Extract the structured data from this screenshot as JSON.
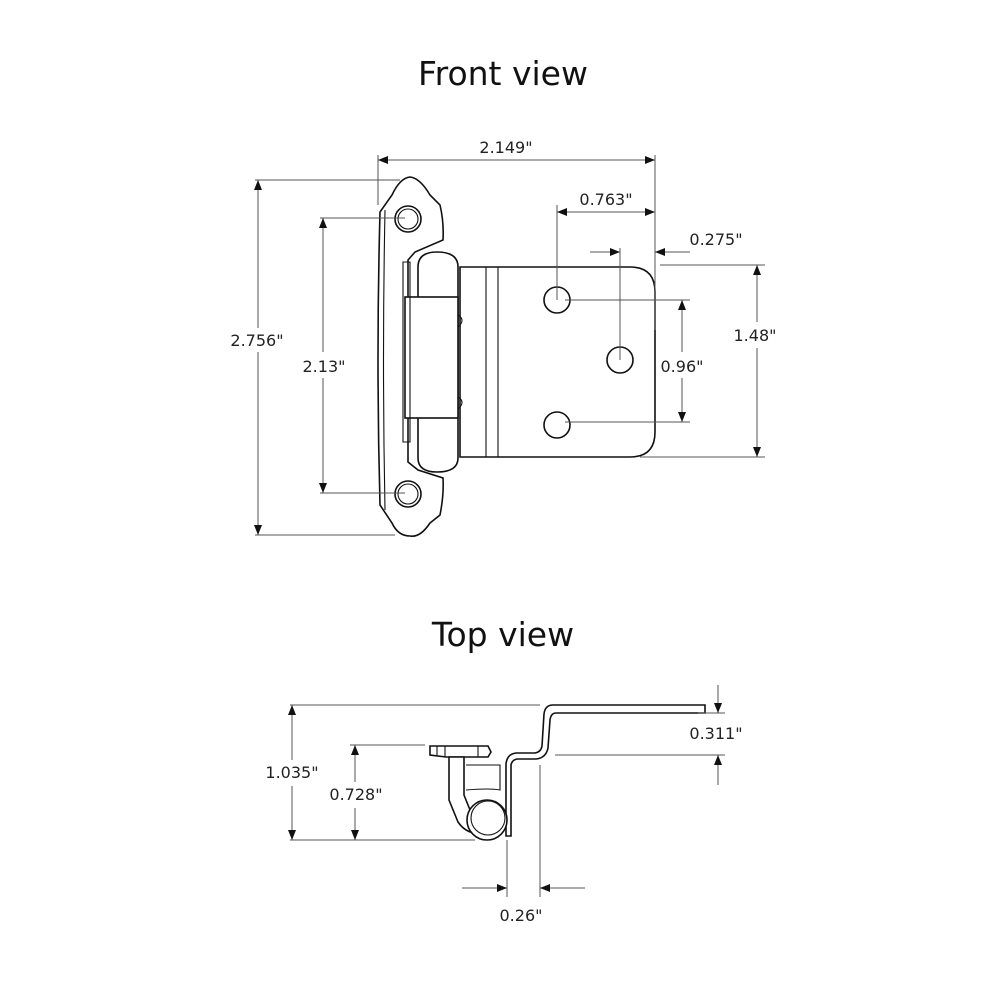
{
  "front_view": {
    "title": "Front view",
    "dimensions": {
      "overall_width": "2.149\"",
      "hole_offset": "0.763\"",
      "edge_offset": "0.275\"",
      "overall_height": "2.756\"",
      "mount_hole_spacing": "2.13\"",
      "leaf_height": "1.48\"",
      "leaf_hole_spacing": "0.96\""
    }
  },
  "top_view": {
    "title": "Top view",
    "dimensions": {
      "overall_depth": "1.035\"",
      "knuckle_depth": "0.728\"",
      "offset": "0.311\"",
      "gap": "0.26\""
    }
  }
}
